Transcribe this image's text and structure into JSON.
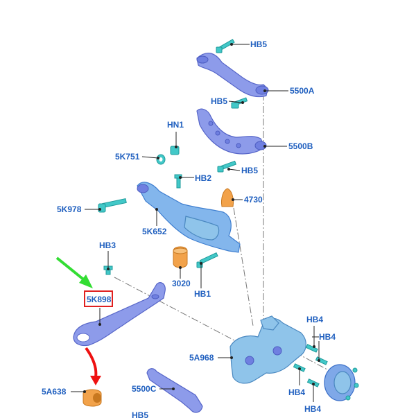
{
  "labels": {
    "hb5_top": "HB5",
    "a5500": "5500A",
    "hb5_mid": "HB5",
    "hn1": "HN1",
    "b5500": "5500B",
    "k751": "5K751",
    "hb5_lower": "HB5",
    "hb2": "HB2",
    "p4730": "4730",
    "k978": "5K978",
    "k652": "5K652",
    "hb3": "HB3",
    "p3020": "3020",
    "hb1": "HB1",
    "k898": "5K898",
    "hb4_a": "HB4",
    "hb4_b": "HB4",
    "a968": "5A968",
    "a638": "5A638",
    "c5500": "5500C",
    "hb4_c": "HB4",
    "hb4_d": "HB4",
    "hb5_bottom": "HB5"
  },
  "colors": {
    "label": "#1f5fbf",
    "highlight_box": "#e02020",
    "green_arrow": "#33dd33",
    "red_arrow": "#ee1111",
    "arm": "#8d9bea",
    "bolt": "#42c8c8",
    "bushing": "#f2a24a"
  }
}
